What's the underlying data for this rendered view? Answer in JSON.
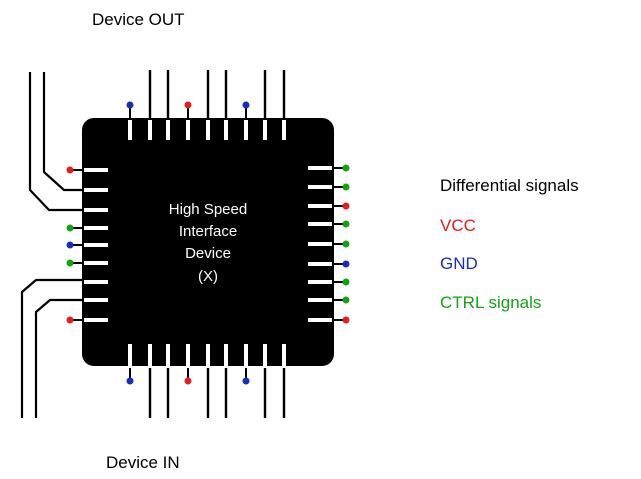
{
  "labels": {
    "top": "Device OUT",
    "bottom": "Device IN"
  },
  "chip": {
    "lines": [
      "High Speed",
      "Interface",
      "Device",
      "(X)"
    ]
  },
  "legend": [
    {
      "text": "Differential signals",
      "color": "#000000"
    },
    {
      "text": "VCC",
      "color": "#e11d1d"
    },
    {
      "text": "GND",
      "color": "#1a2db5"
    },
    {
      "text": "CTRL signals",
      "color": "#11a311"
    }
  ],
  "colors": {
    "vcc": "#e11d1d",
    "gnd": "#1a2db5",
    "ctrl": "#11a311",
    "body": "#000000",
    "pad": "#ffffff"
  }
}
